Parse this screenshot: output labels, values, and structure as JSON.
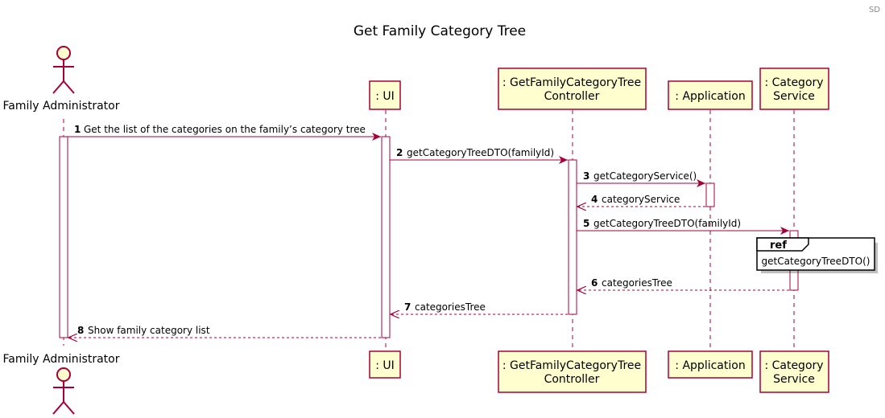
{
  "corner_tag": "SD",
  "title": "Get Family Category Tree",
  "colors": {
    "arrow": "#A80036",
    "lifeline": "#A80036",
    "participant_fill": "#FEFECE",
    "participant_border": "#A80036",
    "ref_border": "#000000"
  },
  "participants": [
    {
      "id": "admin",
      "type": "actor",
      "lines": [
        "Family Administrator"
      ]
    },
    {
      "id": "ui",
      "type": "box",
      "lines": [
        ": UI"
      ]
    },
    {
      "id": "ctrl",
      "type": "box",
      "lines": [
        ": GetFamilyCategoryTree",
        "Controller"
      ]
    },
    {
      "id": "app",
      "type": "box",
      "lines": [
        ": Application"
      ]
    },
    {
      "id": "svc",
      "type": "box",
      "lines": [
        ": Category",
        "Service"
      ]
    }
  ],
  "messages": [
    {
      "num": "1",
      "text": "Get the list of the categories on the family’s category tree",
      "from": "admin",
      "to": "ui",
      "style": "sync"
    },
    {
      "num": "2",
      "text": "getCategoryTreeDTO(familyId)",
      "from": "ui",
      "to": "ctrl",
      "style": "sync"
    },
    {
      "num": "3",
      "text": "getCategoryService()",
      "from": "ctrl",
      "to": "app",
      "style": "sync"
    },
    {
      "num": "4",
      "text": "categoryService",
      "from": "app",
      "to": "ctrl",
      "style": "return"
    },
    {
      "num": "5",
      "text": "getCategoryTreeDTO(familyId)",
      "from": "ctrl",
      "to": "svc",
      "style": "sync"
    },
    {
      "num": "6",
      "text": "categoriesTree",
      "from": "svc",
      "to": "ctrl",
      "style": "return"
    },
    {
      "num": "7",
      "text": "categoriesTree",
      "from": "ctrl",
      "to": "ui",
      "style": "return"
    },
    {
      "num": "8",
      "text": "Show family category list",
      "from": "ui",
      "to": "admin",
      "style": "return"
    }
  ],
  "ref_frame": {
    "label": "ref",
    "text": "getCategoryTreeDTO()",
    "over": "svc"
  }
}
